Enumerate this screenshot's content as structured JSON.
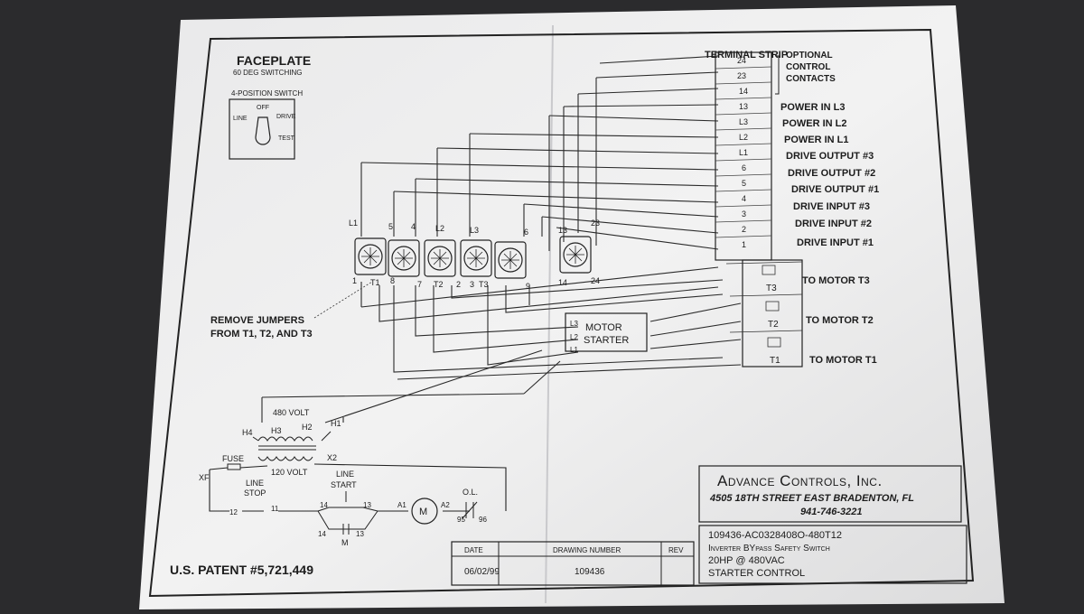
{
  "faceplate": {
    "title": "FACEPLATE",
    "subtitle": "60 DEG SWITCHING",
    "switch_label": "4-POSITION SWITCH",
    "positions": [
      "OFF",
      "LINE",
      "DRIVE",
      "TEST"
    ]
  },
  "terminal_strip": {
    "title": "TERMINAL STRIP",
    "terminals": [
      "24",
      "23",
      "14",
      "13",
      "L3",
      "L2",
      "L1",
      "6",
      "5",
      "4",
      "3",
      "2",
      "1"
    ],
    "motor_terminals": [
      "T3",
      "T2",
      "T1"
    ],
    "labels": [
      "OPTIONAL",
      "CONTROL",
      "CONTACTS",
      "POWER IN L3",
      "POWER IN L2",
      "POWER IN L1",
      "DRIVE OUTPUT #3",
      "DRIVE OUTPUT #2",
      "DRIVE OUTPUT #1",
      "DRIVE INPUT #3",
      "DRIVE INPUT #2",
      "DRIVE INPUT #1",
      "TO MOTOR T3",
      "TO MOTOR T2",
      "TO MOTOR T1"
    ]
  },
  "switch_decks": {
    "top_labels": [
      "L1",
      "5",
      "4",
      "L2",
      "L3",
      "6",
      "13",
      "23"
    ],
    "bottom_labels": [
      "1",
      "T1",
      "8",
      "7",
      "T2",
      "2",
      "3",
      "T3",
      "9",
      "14",
      "24"
    ]
  },
  "jumper_note": [
    "REMOVE JUMPERS",
    "FROM T1, T2, AND T3"
  ],
  "motor_starter": {
    "label_1": "MOTOR",
    "label_2": "STARTER",
    "terminals": [
      "L3",
      "L2",
      "L1"
    ]
  },
  "control_circuit": {
    "volt_480": "480 VOLT",
    "h_terminals": [
      "H4",
      "H3",
      "H2",
      "H1"
    ],
    "fuse": "FUSE",
    "x2": "X2",
    "xf": "XF",
    "volt_120": "120 VOLT",
    "line_start_1": "LINE",
    "line_start_2": "START",
    "line_stop_1": "LINE",
    "line_stop_2": "STOP",
    "nums": [
      "12",
      "11",
      "14",
      "13",
      "A1",
      "A2",
      "95",
      "96",
      "14",
      "13"
    ],
    "motor_symbol": "M",
    "contact_m": "M",
    "ol": "O.L."
  },
  "patent": "U.S. PATENT #5,721,449",
  "company": {
    "name": "Advance Controls, Inc.",
    "address": "4505 18TH STREET EAST  BRADENTON, FL",
    "phone": "941-746-3221"
  },
  "title_block": {
    "date_header": "DATE",
    "drawing_number_header": "DRAWING NUMBER",
    "rev_header": "REV",
    "date": "06/02/99",
    "drawing_number": "109436",
    "lines": [
      "109436-AC0328408O-480T12",
      "Inverter BYpass Safety Switch",
      "20HP @ 480VAC",
      "STARTER CONTROL"
    ]
  }
}
